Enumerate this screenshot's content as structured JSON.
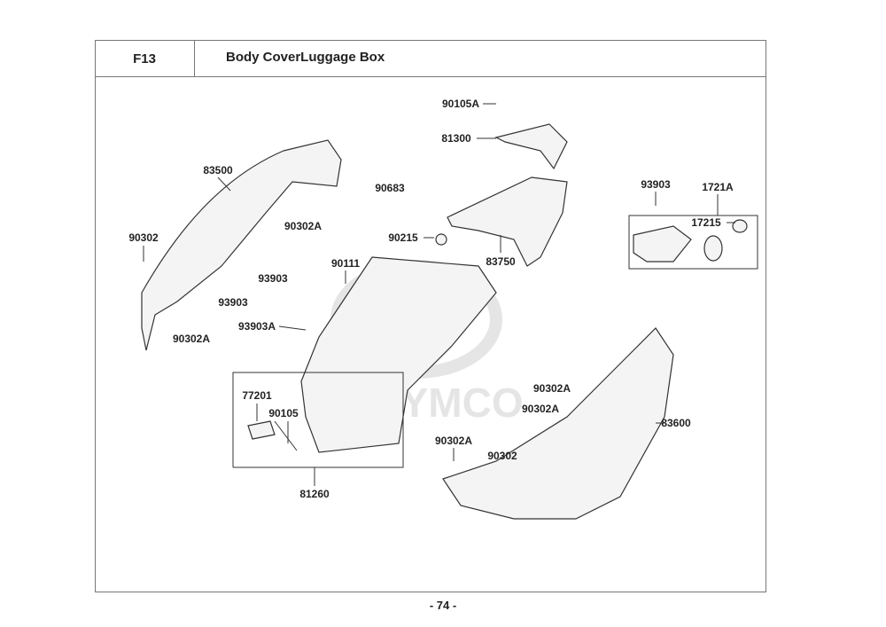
{
  "header": {
    "code": "F13",
    "title": "Body CoverLuggage Box"
  },
  "footer": {
    "page": "- 74 -"
  },
  "watermark": "KYMCO",
  "labels": [
    "90105A",
    "81300",
    "83500",
    "90683",
    "90302A",
    "90302",
    "93903",
    "1721A",
    "17215",
    "90215",
    "83750",
    "90111",
    "93903",
    "93903",
    "90302A",
    "93903A",
    "77201",
    "90105",
    "90302A",
    "90302A",
    "83600",
    "90302A",
    "90302",
    "81260"
  ]
}
